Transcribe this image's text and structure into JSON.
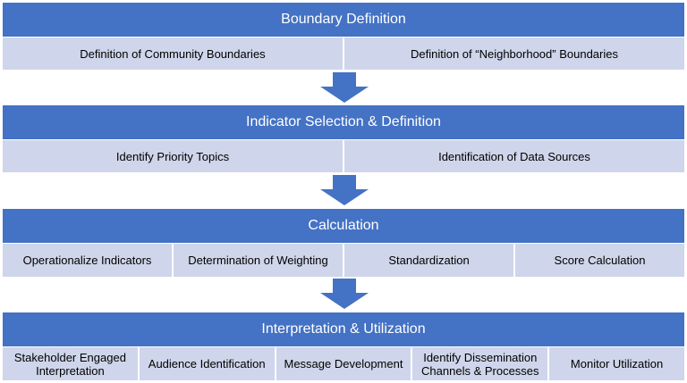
{
  "stages": [
    {
      "title": "Boundary Definition",
      "items": [
        "Definition of Community Boundaries",
        "Definition of “Neighborhood” Boundaries"
      ]
    },
    {
      "title": "Indicator Selection & Definition",
      "items": [
        "Identify Priority Topics",
        "Identification of Data Sources"
      ]
    },
    {
      "title": "Calculation",
      "items": [
        "Operationalize Indicators",
        "Determination of Weighting",
        "Standardization",
        "Score Calculation"
      ]
    },
    {
      "title": "Interpretation & Utilization",
      "items": [
        "Stakeholder Engaged Interpretation",
        "Audience Identification",
        "Message Development",
        "Identify Dissemination Channels & Processes",
        "Monitor Utilization"
      ]
    }
  ],
  "colors": {
    "header": "#4472c4",
    "item_bg": "#cfd5ea",
    "arrow": "#4472c4"
  }
}
